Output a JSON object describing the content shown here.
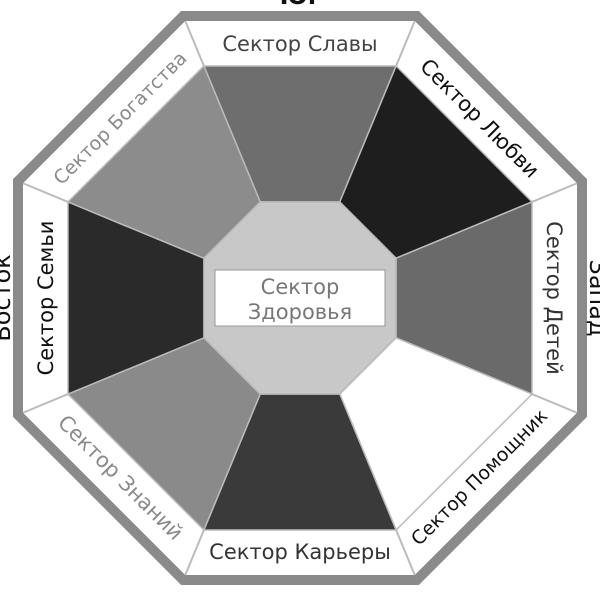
{
  "directions": {
    "top": "Юг",
    "left": "Восток",
    "right": "Запад"
  },
  "center": {
    "label_line1": "Сектор",
    "label_line2": "Здоровья",
    "fill": "#c8c8c8"
  },
  "sectors": [
    {
      "label": "Сектор Славы",
      "fill": "#6e6e6e",
      "text_color": "#444444"
    },
    {
      "label": "Сектор Любви",
      "fill": "#1e1e1e",
      "text_color": "#111111"
    },
    {
      "label": "Сектор Детей",
      "fill": "#6a6a6a",
      "text_color": "#333333"
    },
    {
      "label": "Сектор Помощник",
      "fill": "#ffffff",
      "text_color": "#111111"
    },
    {
      "label": "Сектор Карьеры",
      "fill": "#3a3a3a",
      "text_color": "#333333"
    },
    {
      "label": "Сектор Знаний",
      "fill": "#8a8a8a",
      "text_color": "#8a8a8a"
    },
    {
      "label": "Сектор Семьи",
      "fill": "#2a2a2a",
      "text_color": "#111111"
    },
    {
      "label": "Сектор Богатства",
      "fill": "#8c8c8c",
      "text_color": "#8a8a8a"
    }
  ],
  "colors": {
    "frame": "#8a8a8a",
    "band": "#ffffff",
    "divider": "#bbbbbb"
  }
}
